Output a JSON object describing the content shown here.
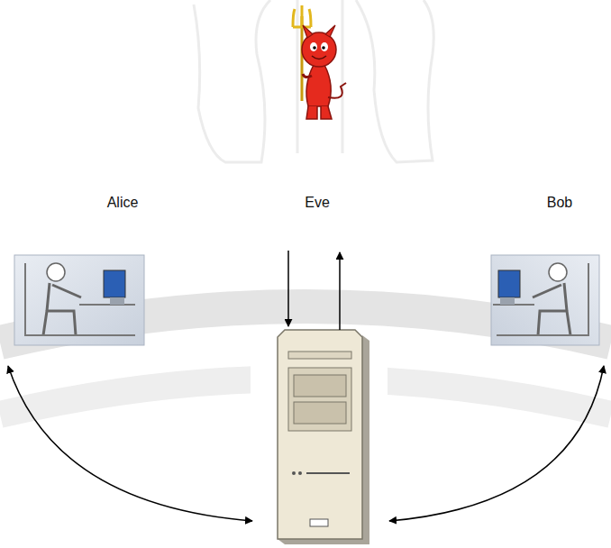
{
  "diagram": {
    "nodes": [
      {
        "text": [
          "Alice"
        ]
      },
      {
        "text": [
          "Eve"
        ]
      },
      {
        "text": [
          "Bob"
        ]
      }
    ]
  }
}
